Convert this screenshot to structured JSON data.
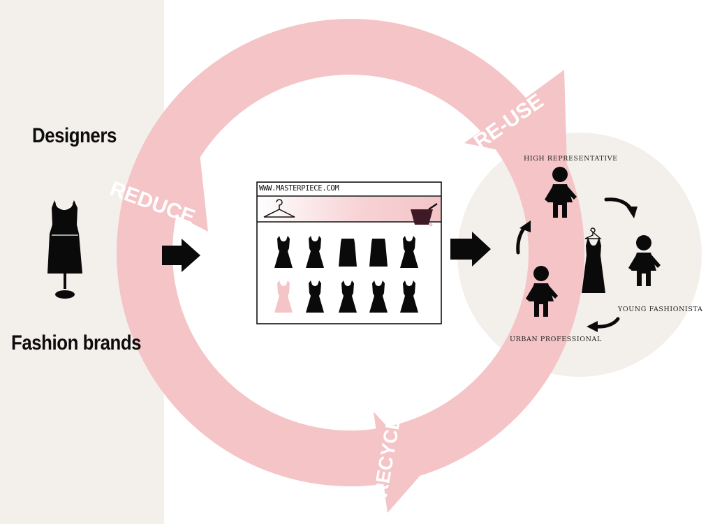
{
  "left_panel": {
    "top_label": "Designers",
    "bottom_label": "Fashion brands",
    "icon": "dress-on-mannequin-icon"
  },
  "cycle": {
    "labels": {
      "reduce": "REDUCE",
      "reuse": "RE-USE",
      "recycle": "RECYCLE"
    },
    "color": "#f4c4c7"
  },
  "website": {
    "url": "WWW.MASTERPIECE.COM",
    "icons": [
      "hanger-icon",
      "shopping-bag-icon"
    ],
    "dresses": [
      "dress-icon",
      "dress-icon",
      "skirt-icon",
      "skirt-icon",
      "dress-icon",
      "dress-icon",
      "dress-icon",
      "dress-icon",
      "dress-icon",
      "dress-icon"
    ]
  },
  "sharing_circle": {
    "people": [
      {
        "label": "HIGH REPRESENTATIVE",
        "icon": "person-icon"
      },
      {
        "label": "YOUNG FASHIONISTA",
        "icon": "person-icon"
      },
      {
        "label": "URBAN PROFESSIONAL",
        "icon": "person-icon"
      }
    ],
    "center_icon": "dress-on-hanger-icon"
  },
  "colors": {
    "side_panel": "#f3efeb",
    "share_circle": "#f3efeb",
    "cycle_pink": "#f4c4c7",
    "icon_black": "#0a0a0a"
  }
}
